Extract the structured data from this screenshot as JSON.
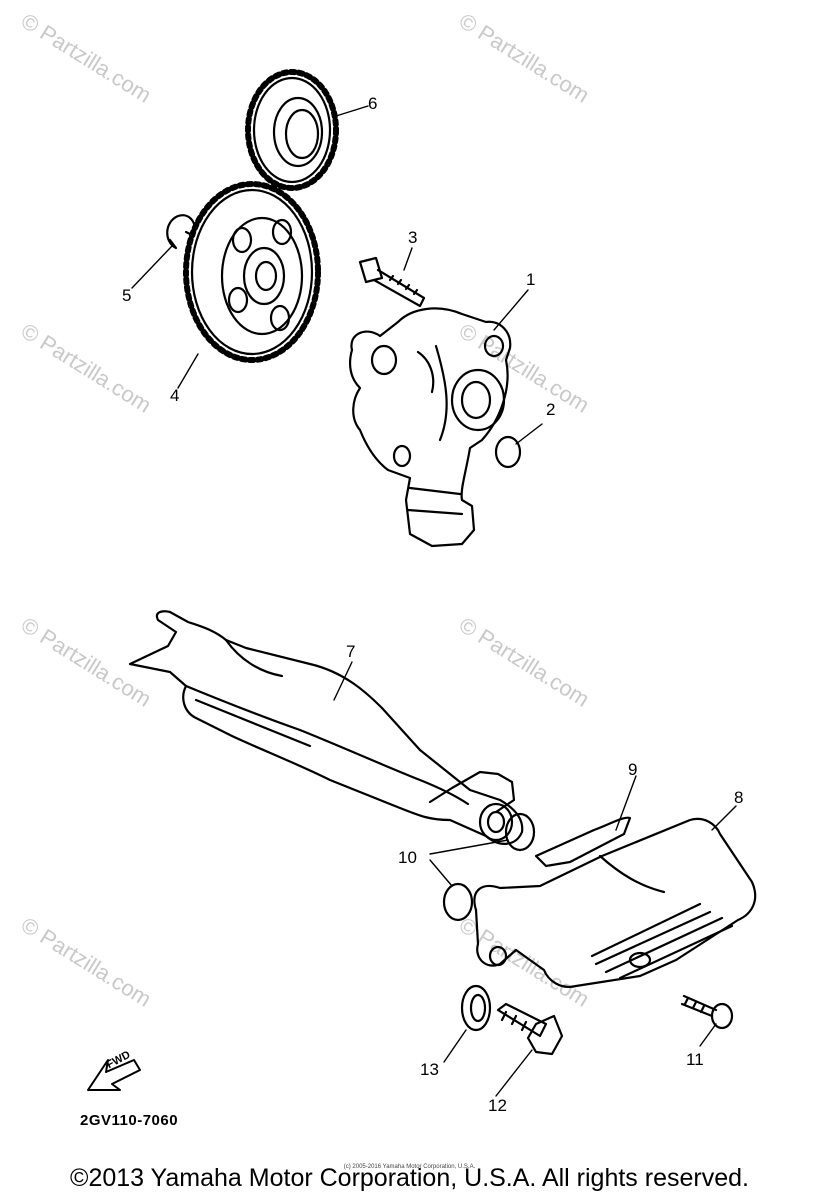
{
  "watermark": "© Partzilla.com",
  "callouts": {
    "c1": "1",
    "c2": "2",
    "c3": "3",
    "c4": "4",
    "c5": "5",
    "c6": "6",
    "c7": "7",
    "c8": "8",
    "c9": "9",
    "c10": "10",
    "c11": "11",
    "c12": "12",
    "c13": "13"
  },
  "fwd": "FWD",
  "diagram_code": "2GV110-7060",
  "copyright": "©2013 Yamaha Motor Corporation, U.S.A. All rights reserved.",
  "copyright_small": "(c) 2005-2016 Yamaha Motor Corporation, U.S.A."
}
